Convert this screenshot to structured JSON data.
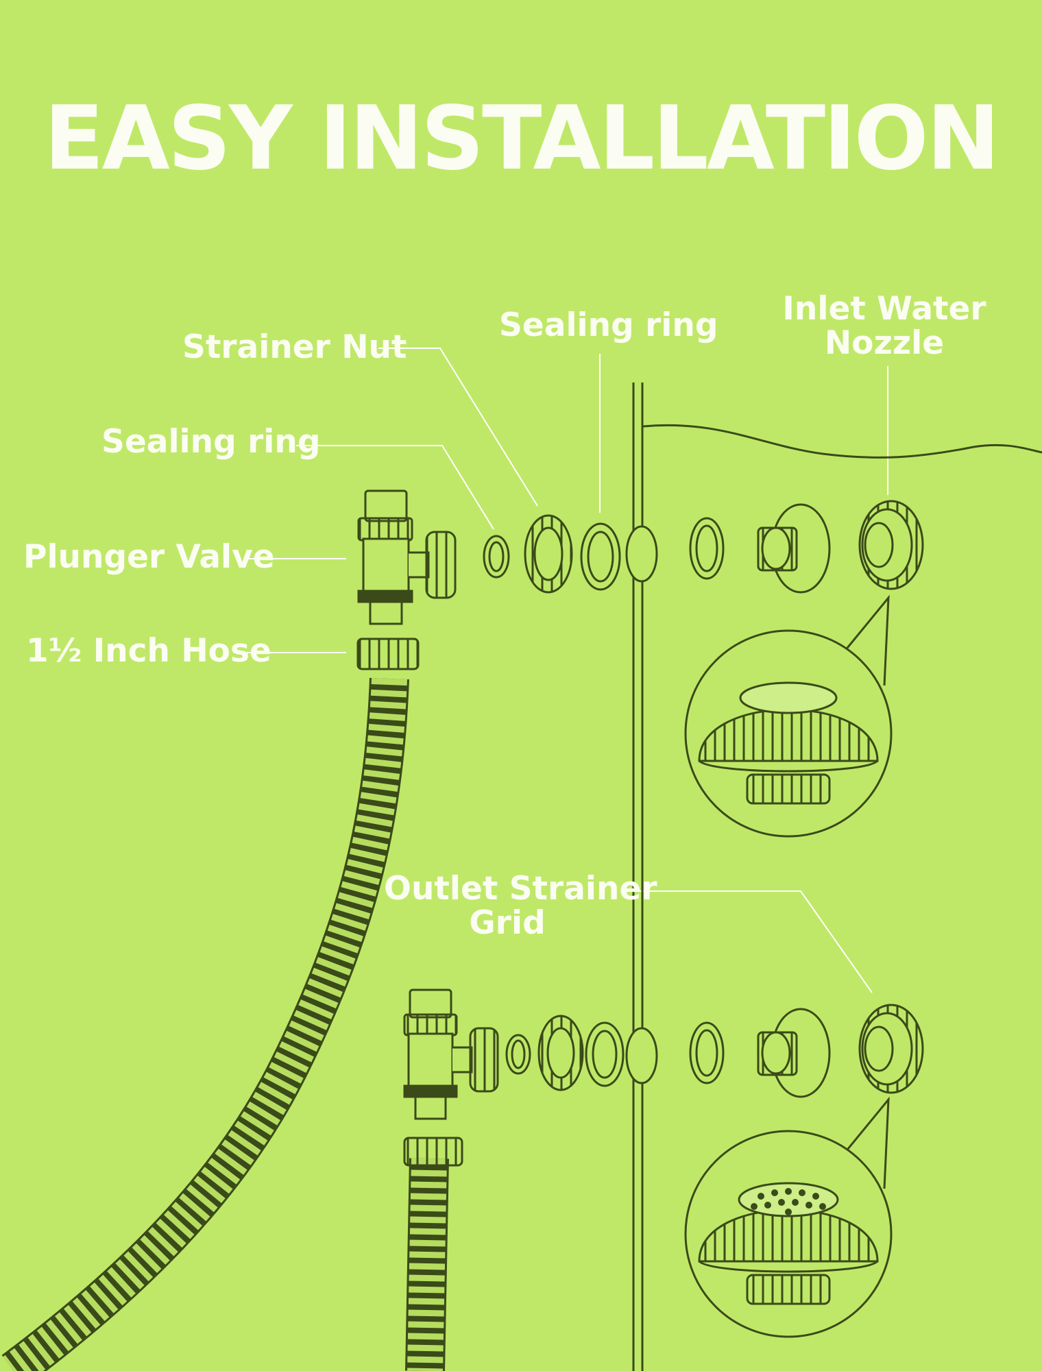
{
  "title": "EASY INSTALLATION",
  "labels": {
    "strainer_nut": "Strainer Nut",
    "sealing_ring_top": "Sealing ring",
    "inlet_nozzle_line1": "Inlet Water",
    "inlet_nozzle_line2": "Nozzle",
    "sealing_ring_left": "Sealing ring",
    "plunger_valve": "Plunger Valve",
    "hose": "1½ Inch Hose",
    "outlet_grid_line1": "Outlet Strainer",
    "outlet_grid_line2": "Grid"
  },
  "colors": {
    "background": "#bfe868",
    "text": "#fbfdf2",
    "ink": "#3a4a18",
    "leader": "#ffffff"
  }
}
